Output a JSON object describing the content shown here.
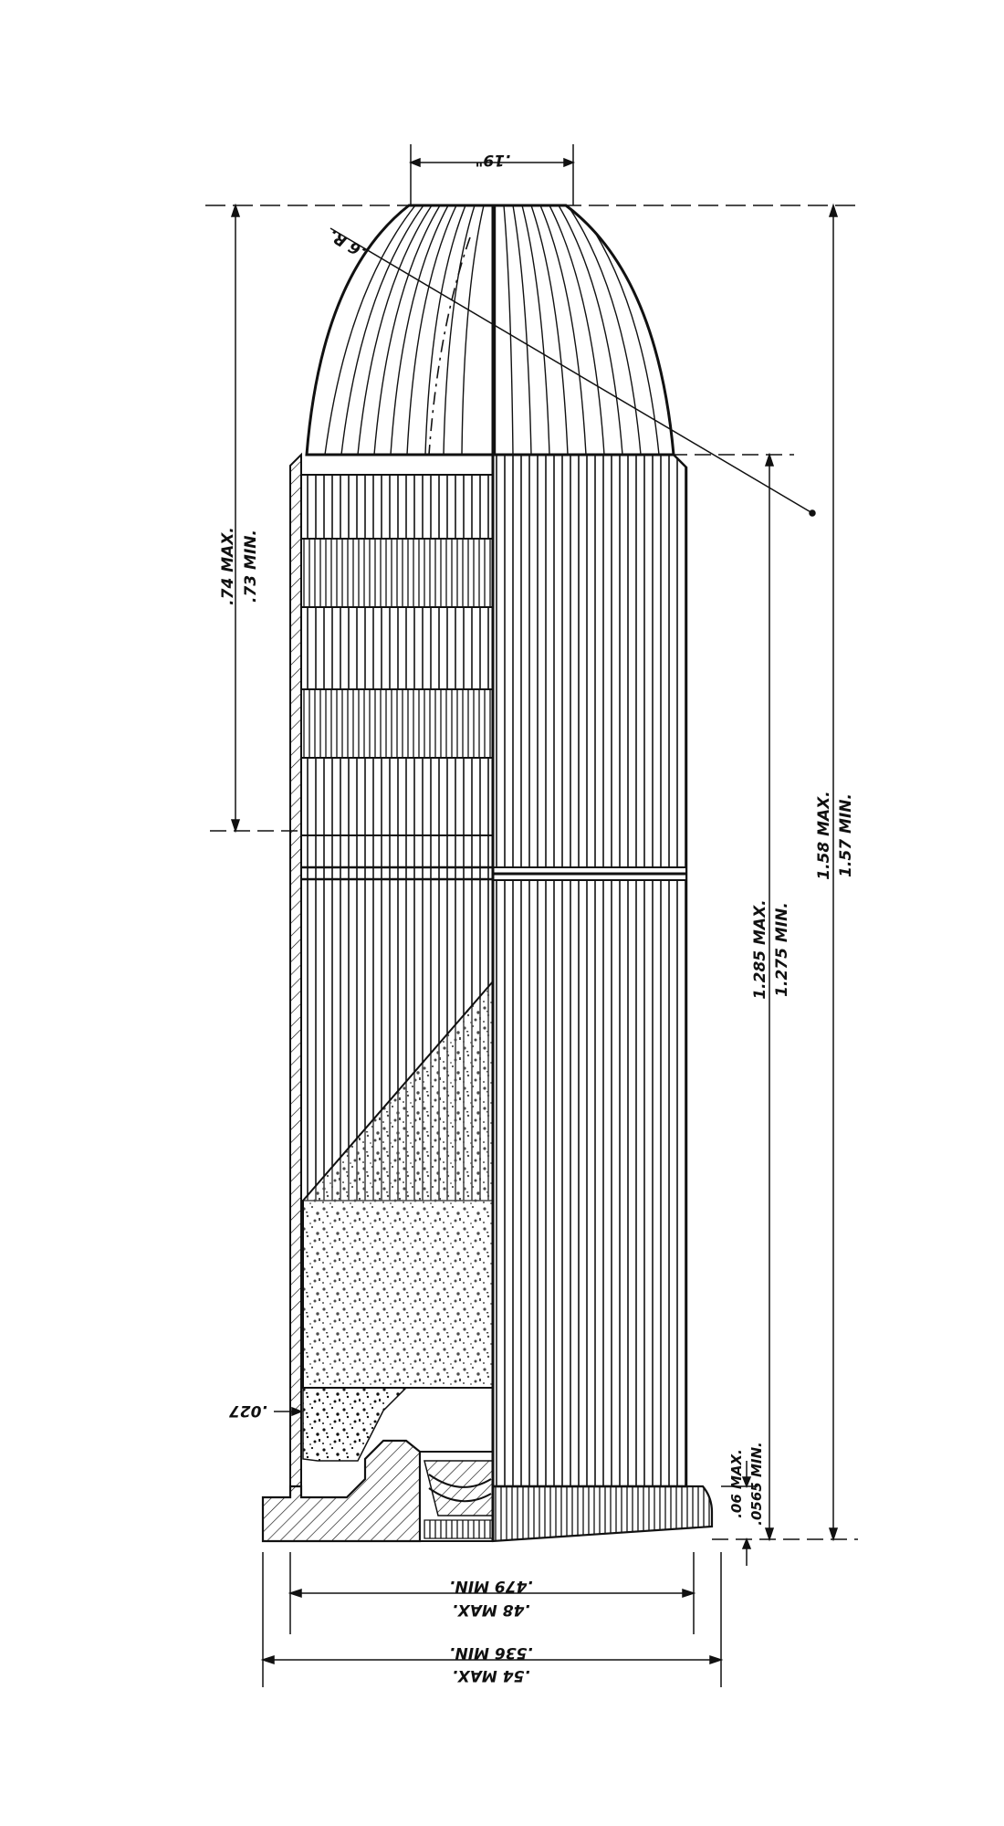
{
  "drawing": {
    "dimensions": {
      "meplat": ".19\"",
      "ogive_radius": ".6 R.",
      "bullet_exposed_max": ".74 MAX.",
      "bullet_exposed_min": ".73 MIN.",
      "case_length_max": "1.285 MAX.",
      "case_length_min": "1.275 MIN.",
      "overall_max": "1.58 MAX.",
      "overall_min": "1.57 MIN.",
      "rim_thickness_max": ".06 MAX.",
      "rim_thickness_min": ".0565 MIN.",
      "primer_flange": ".027",
      "base_dia_max": ".48 MAX.",
      "base_dia_min": ".479 MIN.",
      "rim_dia_max": ".54 MAX.",
      "rim_dia_min": ".536 MIN."
    },
    "colors": {
      "ink": "#111111",
      "paper": "#ffffff"
    }
  }
}
